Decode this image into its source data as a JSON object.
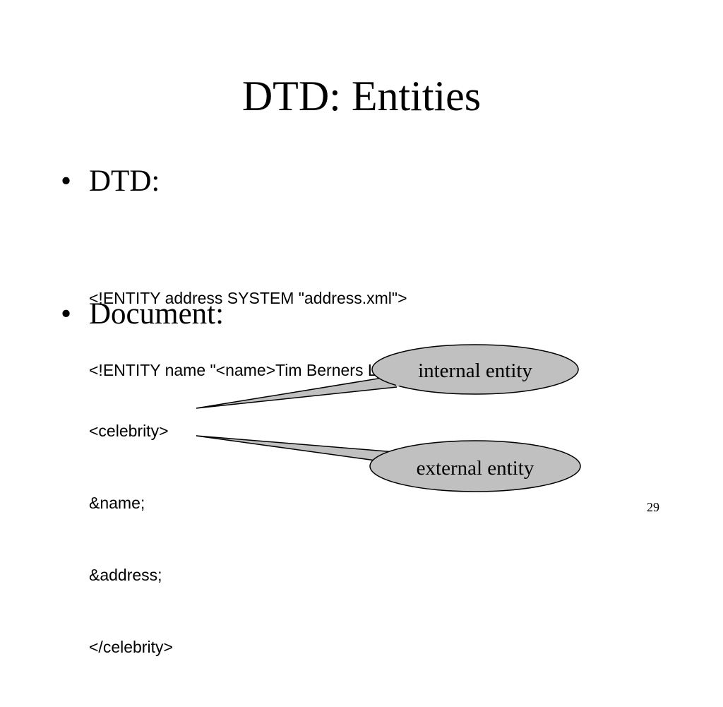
{
  "title": "DTD: Entities",
  "bullets": [
    {
      "label": "DTD:",
      "code": [
        "<!ENTITY address SYSTEM \"address.xml\">",
        "<!ENTITY name \"<name>Tim Berners Lee</name>\">"
      ]
    },
    {
      "label": "Document:",
      "code": [
        "<celebrity>",
        "&name;",
        "&address;",
        "</celebrity>"
      ]
    }
  ],
  "callouts": {
    "internal": "internal entity",
    "external": "external entity"
  },
  "page_number": "29",
  "colors": {
    "callout_fill": "#c0c0c0",
    "text": "#000000"
  }
}
